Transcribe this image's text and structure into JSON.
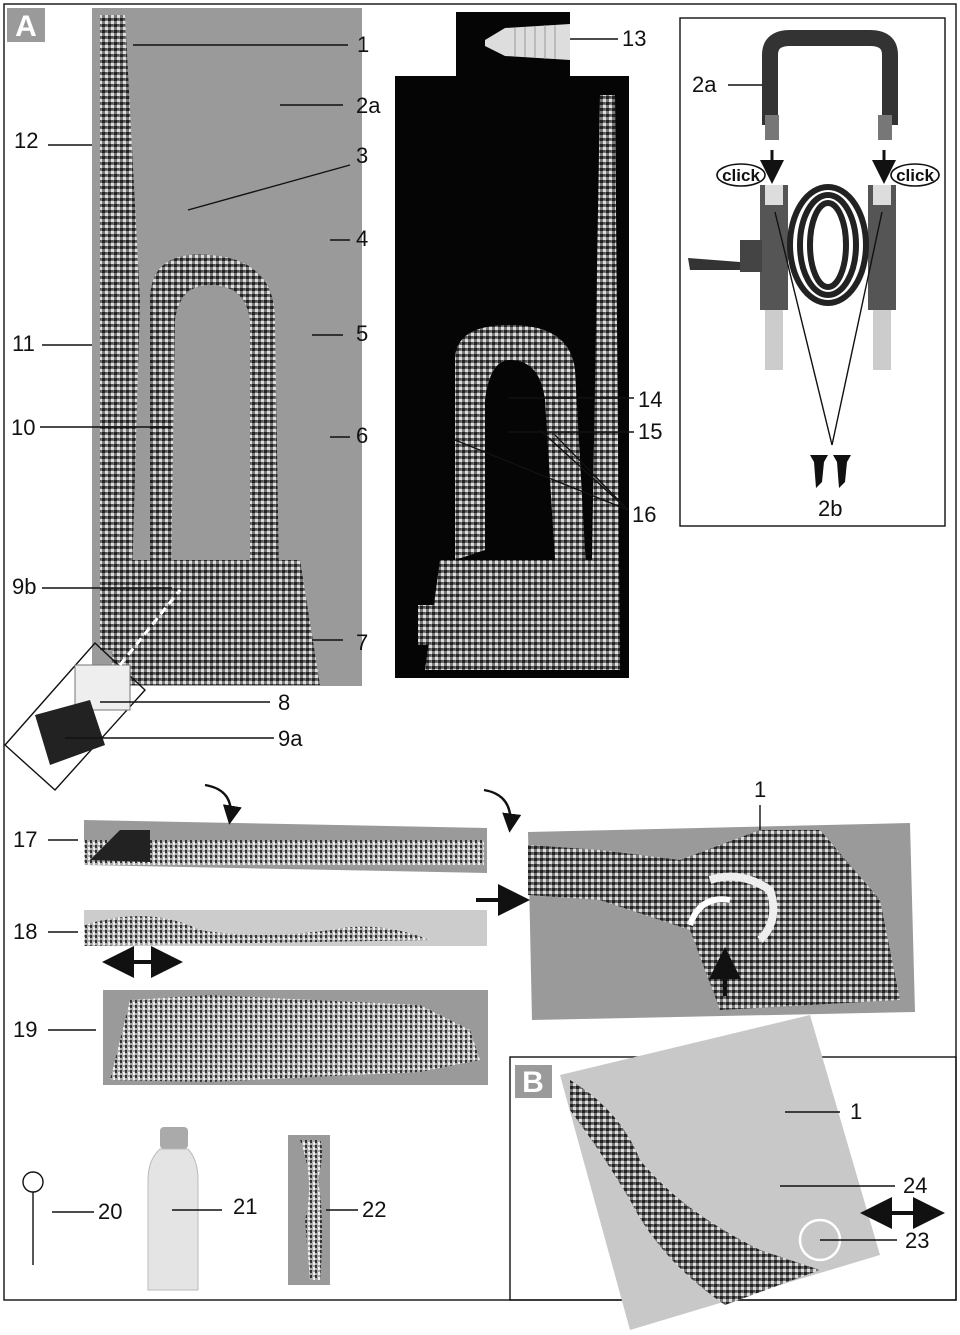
{
  "panels": {
    "a_badge": "A",
    "b_badge": "B"
  },
  "click_labels": [
    "click",
    "click"
  ],
  "callouts": {
    "c1": "1",
    "c2a": "2a",
    "c3": "3",
    "c4": "4",
    "c5": "5",
    "c6": "6",
    "c7": "7",
    "c8": "8",
    "c9a": "9a",
    "c9b": "9b",
    "c10": "10",
    "c11": "11",
    "c12": "12",
    "c13": "13",
    "c14": "14",
    "c15": "15",
    "c16": "16",
    "c2a_reel": "2a",
    "c2b_reel": "2b",
    "c17": "17",
    "c18": "18",
    "c19": "19",
    "c20": "20",
    "c21": "21",
    "c22": "22",
    "c1_lance": "1",
    "c1_b": "1",
    "c24": "24",
    "c23": "23"
  },
  "colors": {
    "panel_gray": "#9a9a9a",
    "dark_bg": "#050505",
    "light_gray": "#c8c8c8",
    "ink": "#111111"
  }
}
